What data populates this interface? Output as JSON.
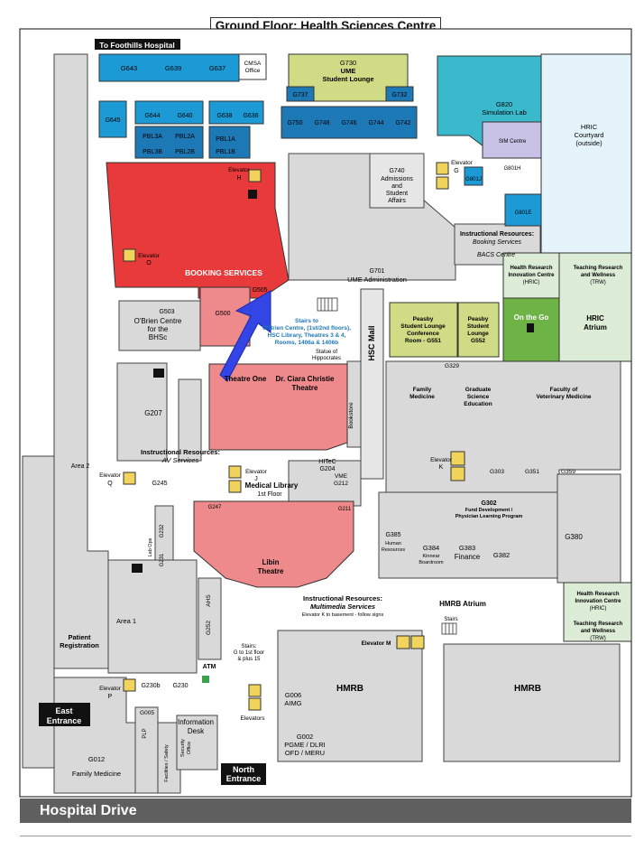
{
  "title": "Ground Floor: Health Sciences Centre",
  "footer": "Hospital Drive",
  "entrances": {
    "foothills": "To Foothills Hospital",
    "east_line1": "East",
    "east_line2": "Entrance",
    "north_line1": "North",
    "north_line2": "Entrance"
  },
  "labels": {
    "g643": "G643",
    "g639": "G639",
    "g637": "G637",
    "cmsa1": "CMSA",
    "cmsa2": "Office",
    "g730": "G730",
    "ume_lounge1": "UME",
    "ume_lounge2": "Student Lounge",
    "g737": "G737",
    "g732": "G732",
    "g645": "G645",
    "g644": "G644",
    "g640": "G640",
    "g638": "G638",
    "g636": "G636",
    "pbl3a": "PBL3A",
    "pbl2a": "PBL2A",
    "pbl1a": "PBL1A",
    "pbl3b": "PBL3B",
    "pbl2b": "PBL2B",
    "pbl1b": "PBL1B",
    "g750": "G750",
    "g748": "G748",
    "g746": "G746",
    "g744": "G744",
    "g742": "G742",
    "g820a": "G820",
    "g820b": "Simulation Lab",
    "sim_centre": "SIM Centre",
    "g801h": "G801H",
    "g801j": "G801J",
    "g801e": "G801E",
    "hric_courtyard1": "HRIC",
    "hric_courtyard2": "Courtyard",
    "hric_courtyard3": "(outside)",
    "elevator_h1": "Elevator",
    "elevator_h2": "H",
    "elevator_g1": "Elevator",
    "elevator_g2": "G",
    "g740": "G740",
    "admissions1": "Admissions",
    "admissions2": "and",
    "admissions3": "Student",
    "admissions4": "Affairs",
    "ir_booking1": "Instructional Resources:",
    "ir_booking2": "Booking Services",
    "bacs": "BACS Centre",
    "elevator_o1": "Elevator",
    "elevator_o2": "O",
    "booking_services": "BOOKING SERVICES",
    "g701": "G701",
    "ume_admin": "UME Administration",
    "hric_innov1": "Health Research",
    "hric_innov2": "Innovation Centre",
    "hric_innov3": "(HRIC)",
    "trw1": "Teaching Research",
    "trw2": "and Wellness",
    "trw3": "(TRW)",
    "g505": "G505",
    "g503": "G503",
    "g500": "G500",
    "obrien1": "O'Brien Centre",
    "obrien2": "for the",
    "obrien3": "BHSc",
    "stairs1": "Stairs to",
    "stairs2": "O'Brien Centre, (1st/2nd floors),",
    "stairs3": "HSC Library, Theatres 3 & 4,",
    "stairs4": "Rooms, 1406a & 1406b",
    "hsc_mall": "HSC Mall",
    "statue1": "Statue of",
    "statue2": "Hippocrates",
    "peasby1_1": "Peasby",
    "peasby1_2": "Student Lounge",
    "peasby1_3": "Conference",
    "peasby1_4": "Room - G551",
    "peasby2_1": "Peasby",
    "peasby2_2": "Student",
    "peasby2_3": "Lounge",
    "peasby2_4": "G552",
    "on_the_go": "On the Go",
    "hric_atrium1": "HRIC",
    "hric_atrium2": "Atrium",
    "g329": "G329",
    "family_med1": "Family",
    "family_med2": "Medicine",
    "grad1": "Graduate",
    "grad2": "Science",
    "grad3": "Education",
    "vet1": "Faculty of",
    "vet2": "Veterinary Medicine",
    "theatre_one": "Theatre One",
    "ciara1": "Dr. Ciara Christie",
    "ciara2": "Theatre",
    "bookstore": "Bookstore",
    "g207": "G207",
    "ir_av1": "Instructional Resources:",
    "ir_av2": "AV Services",
    "hitec": "HITeC",
    "g204": "G204",
    "vme": "VME",
    "g212": "G212",
    "elevator_k1": "Elevator",
    "elevator_k2": "K",
    "g303": "G303",
    "g351": "G351",
    "g359": "G359",
    "area2": "Area 2",
    "elevator_q1": "Elevator",
    "elevator_q2": "Q",
    "g245": "G245",
    "elevator_j1": "Elevator",
    "elevator_j2": "J",
    "medlib1": "Medical Library",
    "medlib2": "1st Floor",
    "g247": "G247",
    "g211": "G211",
    "g302_1": "G302",
    "g302_2": "Fund Development /",
    "g302_3": "Physician Learning Program",
    "g385_1": "G385",
    "g385_2": "Human",
    "g385_3": "Resources",
    "g384_1": "G384",
    "g384_2": "Kinnear",
    "g384_3": "Boardroom",
    "g383_1": "G383",
    "g383_2": "Finance",
    "g382": "G382",
    "g380": "G380",
    "g232": "G232",
    "g231": "G231",
    "lab_ops": "Lab Ops",
    "libin1": "Libin",
    "libin2": "Theatre",
    "ahs": "AHS",
    "g252": "G252",
    "ir_mm1": "Instructional Resources:",
    "ir_mm2": "Multimedia Services",
    "ir_mm3": "Elevator K to basement - follow signs",
    "hmrb_atrium": "HMRB Atrium",
    "area1": "Area 1",
    "patient_reg1": "Patient",
    "patient_reg2": "Registration",
    "stairs": "Stairs",
    "elevator_m": "Elevator M",
    "stairs_g1": "Stairs:",
    "stairs_g2": "G to 1st floor",
    "stairs_g3": "& plus 15",
    "atm": "ATM",
    "elevator_p1": "Elevator",
    "elevator_p2": "P",
    "g230b": "G230b",
    "g230": "G230",
    "g006_1": "G006",
    "g006_2": "AIMG",
    "hmrb_left": "HMRB",
    "hmrb_right": "HMRB",
    "g005": "G005",
    "info_desk1": "Information",
    "info_desk2": "Desk",
    "elevators": "Elevators",
    "g002_1": "G002",
    "g002_2": "PGME / DLRI",
    "g002_3": "OFD / MERU",
    "plp": "PLP",
    "facilities": "Facilities / Safety",
    "security1": "Security",
    "security2": "Office",
    "g012": "G012",
    "family_med_bottom": "Family Medicine"
  },
  "colors": {
    "blue": "#1c9ad6",
    "dark_blue": "#1d78b6",
    "teal": "#3bb9cc",
    "lavender": "#c7c2e6",
    "light_cyan": "#e5f4fb",
    "lime": "#cfdc85",
    "red": "#e83a3a",
    "pink": "#ef8a8c",
    "light_green": "#dcecd7",
    "green": "#6db346",
    "gray": "#d9d9d9",
    "arrow": "#3445e6",
    "elevator": "#f1d45b"
  },
  "icons": [
    "you-are-here-arrow-icon",
    "elevator-icon",
    "stairs-icon",
    "washroom-icon",
    "atm-icon"
  ]
}
